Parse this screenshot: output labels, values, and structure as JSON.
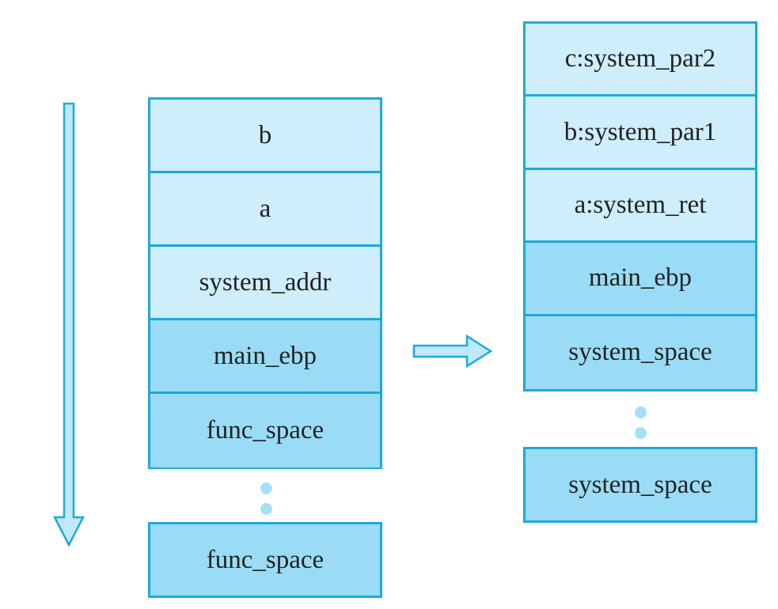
{
  "left_stack": {
    "cells": [
      {
        "label": "b",
        "shade": "light"
      },
      {
        "label": "a",
        "shade": "light"
      },
      {
        "label": "system_addr",
        "shade": "light"
      },
      {
        "label": "main_ebp",
        "shade": "dark"
      },
      {
        "label": "func_space",
        "shade": "dark"
      }
    ],
    "bottom_label": "func_space"
  },
  "right_stack": {
    "cells": [
      {
        "label": "c:system_par2",
        "shade": "light"
      },
      {
        "label": "b:system_par1",
        "shade": "light"
      },
      {
        "label": "a:system_ret",
        "shade": "light"
      },
      {
        "label": "main_ebp",
        "shade": "dark"
      },
      {
        "label": "system_space",
        "shade": "dark"
      }
    ],
    "bottom_label": "system_space"
  },
  "colors": {
    "border": "#1ea9dc",
    "light_fill": "#cdeefa",
    "dark_fill": "#9adcf6",
    "arrow_fill": "#bfe9fa",
    "dots": "#a6e0f7"
  },
  "icons": {
    "stack_growth_arrow": "down-arrow-icon",
    "transition_arrow": "right-arrow-icon",
    "ellipsis": "vertical-ellipsis-icon"
  }
}
